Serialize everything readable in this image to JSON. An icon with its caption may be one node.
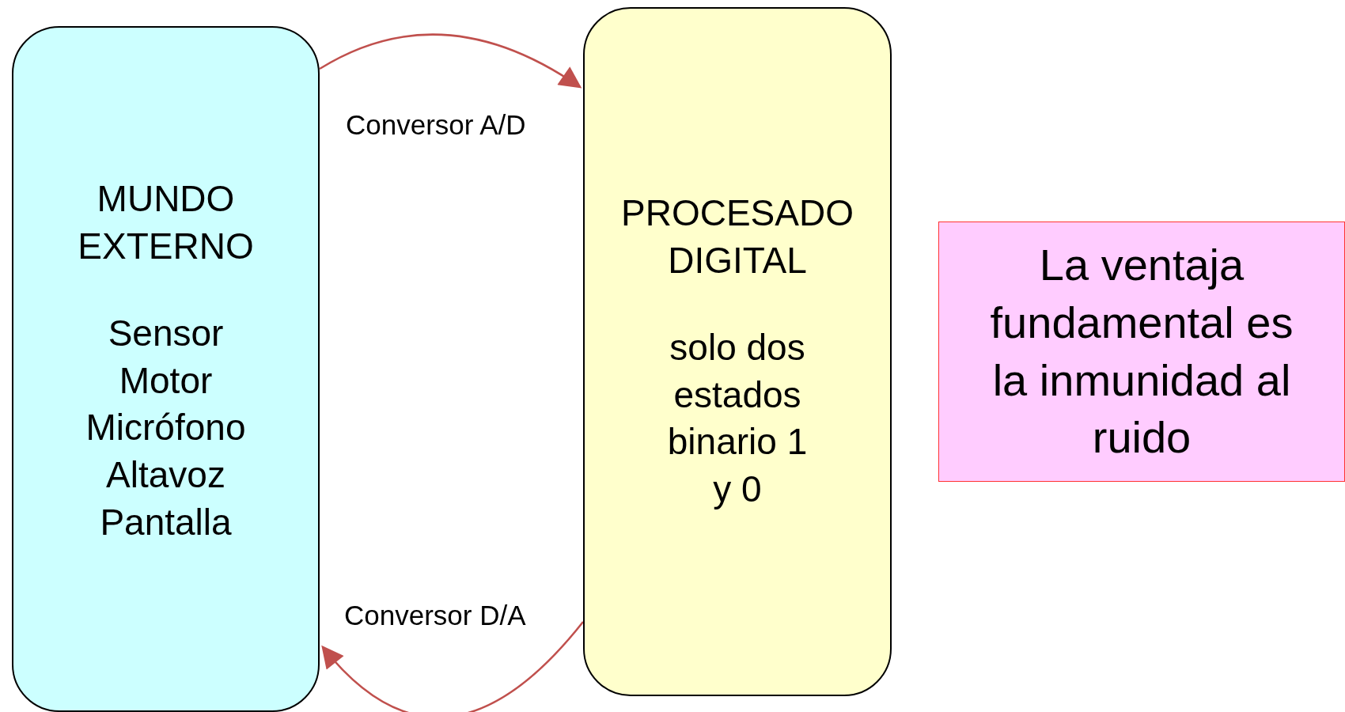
{
  "diagram": {
    "nodes": [
      {
        "text": [
          "MUNDO EXTERNO",
          "Sensor Motor Micrófono Altavoz Pantalla"
        ]
      },
      {
        "text": [
          "PROCESADO DIGITAL",
          "solo dos estados binario 1 y 0"
        ]
      },
      {
        "text": [
          "La ventaja fundamental es la inmunidad al ruido"
        ]
      }
    ],
    "edges": [
      {
        "from": 0,
        "to": 1,
        "arrow": "to",
        "label": "Conversor A/D"
      },
      {
        "from": 1,
        "to": 0,
        "arrow": "to",
        "label": "Conversor D/A"
      }
    ]
  }
}
